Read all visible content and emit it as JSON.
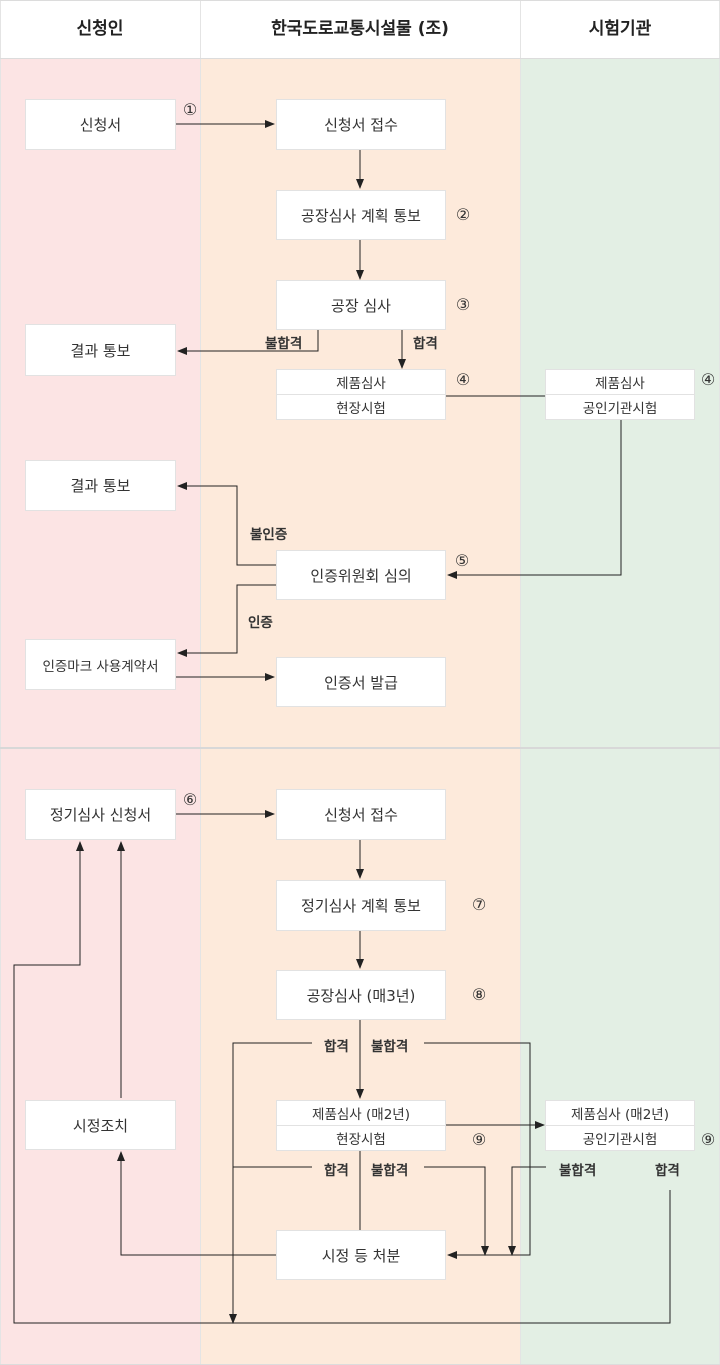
{
  "columns": {
    "applicant": "신청인",
    "association": "한국도로교통시설물 (조)",
    "testing": "시험기관"
  },
  "colors": {
    "applicant_bg": "#fce4e4",
    "association_bg": "#fdeadb",
    "testing_bg": "#e3efe4",
    "line": "#222222"
  },
  "certification": {
    "application": "신청서",
    "step1": "①",
    "receipt": "신청서 접수",
    "plan_notice": "공장심사 계획 통보",
    "step2": "②",
    "factory_audit": "공장 심사",
    "step3": "③",
    "fail": "불합격",
    "pass": "합격",
    "result_notice_1": "결과 통보",
    "product_review": "제품심사",
    "site_test": "현장시험",
    "step4": "④",
    "lab_product_review": "제품심사",
    "lab_test": "공인기관시험",
    "step4_lab": "④",
    "result_notice_2": "결과 통보",
    "not_certified": "불인증",
    "committee": "인증위원회 심의",
    "step5": "⑤",
    "certified": "인증",
    "mark_contract": "인증마크 사용계약서",
    "issue": "인증서 발급"
  },
  "periodic": {
    "application": "정기심사 신청서",
    "step6": "⑥",
    "receipt": "신청서 접수",
    "plan_notice": "정기심사 계획 통보",
    "step7": "⑦",
    "factory_audit": "공장심사 (매3년)",
    "step8": "⑧",
    "pass_a": "합격",
    "fail_a": "불합격",
    "correction": "시정조치",
    "product_review": "제품심사 (매2년)",
    "site_test": "현장시험",
    "step9": "⑨",
    "lab_product_review": "제품심사 (매2년)",
    "lab_test": "공인기관시험",
    "step9_lab": "⑨",
    "pass_b": "합격",
    "fail_b": "불합격",
    "lab_fail": "불합격",
    "lab_pass": "합격",
    "disposition": "시정 등 처분"
  }
}
